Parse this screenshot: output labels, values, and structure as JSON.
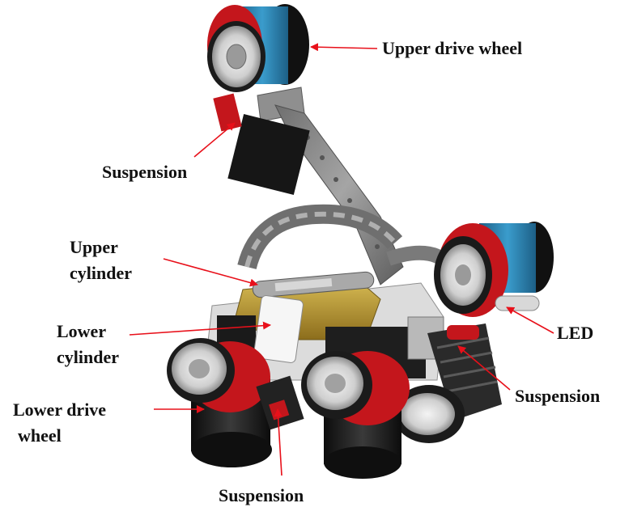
{
  "labels": {
    "upper_drive_wheel": "Upper drive wheel",
    "suspension_top": "Suspension",
    "upper_cylinder_line1": "Upper",
    "upper_cylinder_line2": "cylinder",
    "lower_cylinder_line1": "Lower",
    "lower_cylinder_line2": "cylinder",
    "lower_drive_wheel_line1": "Lower drive",
    "lower_drive_wheel_line2": "wheel",
    "led": "LED",
    "suspension_right": "Suspension",
    "suspension_bottom": "Suspension"
  },
  "colors": {
    "arrow": "#e8101a",
    "wheel_blue": "#2f86b5",
    "wheel_red": "#c4161c",
    "frame_gray": "#8a8a8a",
    "motor_black": "#1b1b1b",
    "brass": "#b8962e"
  }
}
